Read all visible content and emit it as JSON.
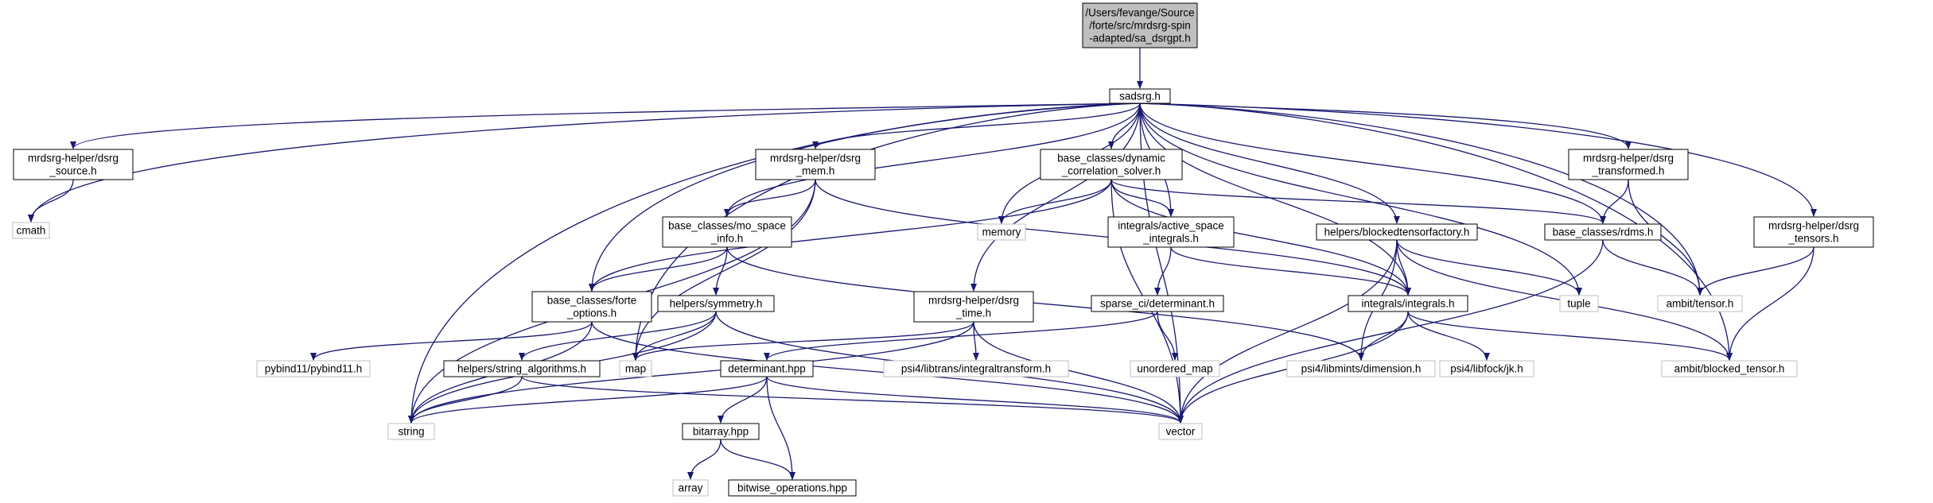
{
  "diagram": {
    "colors": {
      "edge": "#191970",
      "root_fill": "#bfbfbf",
      "root_border": "#000000",
      "internal_border": "#000000",
      "external_border": "#bfbfbf",
      "background": "#ffffff"
    },
    "nodes": [
      {
        "id": "root",
        "kind": "root",
        "lines": [
          "/Users/fevange/Source",
          "/forte/src/mrdsrg-spin",
          "-adapted/sa_dsrgpt.h"
        ]
      },
      {
        "id": "sadsrg",
        "kind": "internal",
        "lines": [
          "sadsrg.h"
        ]
      },
      {
        "id": "dsrg_source",
        "kind": "internal",
        "lines": [
          "mrdsrg-helper/dsrg",
          "_source.h"
        ]
      },
      {
        "id": "cmath",
        "kind": "external",
        "lines": [
          "cmath"
        ]
      },
      {
        "id": "string",
        "kind": "external",
        "lines": [
          "string"
        ]
      },
      {
        "id": "dsrg_mem",
        "kind": "internal",
        "lines": [
          "mrdsrg-helper/dsrg",
          "_mem.h"
        ]
      },
      {
        "id": "mo_space",
        "kind": "internal",
        "lines": [
          "base_classes/mo_space",
          "_info.h"
        ]
      },
      {
        "id": "forte_options",
        "kind": "internal",
        "lines": [
          "base_classes/forte",
          "_options.h"
        ]
      },
      {
        "id": "pybind11",
        "kind": "external",
        "lines": [
          "pybind11/pybind11.h"
        ]
      },
      {
        "id": "symmetry",
        "kind": "internal",
        "lines": [
          "helpers/symmetry.h"
        ]
      },
      {
        "id": "string_alg",
        "kind": "internal",
        "lines": [
          "helpers/string_algorithms.h"
        ]
      },
      {
        "id": "map",
        "kind": "external",
        "lines": [
          "map"
        ]
      },
      {
        "id": "dsrg_time",
        "kind": "internal",
        "lines": [
          "mrdsrg-helper/dsrg",
          "_time.h"
        ]
      },
      {
        "id": "psi4_inttrans",
        "kind": "external",
        "lines": [
          "psi4/libtrans/integraltransform.h"
        ]
      },
      {
        "id": "determinant_hpp",
        "kind": "internal",
        "lines": [
          "determinant.hpp"
        ]
      },
      {
        "id": "bitarray",
        "kind": "internal",
        "lines": [
          "bitarray.hpp"
        ]
      },
      {
        "id": "array",
        "kind": "external",
        "lines": [
          "array"
        ]
      },
      {
        "id": "bitwise",
        "kind": "internal",
        "lines": [
          "bitwise_operations.hpp"
        ]
      },
      {
        "id": "memory",
        "kind": "external",
        "lines": [
          "memory"
        ]
      },
      {
        "id": "dyn_corr",
        "kind": "internal",
        "lines": [
          "base_classes/dynamic",
          "_correlation_solver.h"
        ]
      },
      {
        "id": "active_space",
        "kind": "internal",
        "lines": [
          "integrals/active_space",
          "_integrals.h"
        ]
      },
      {
        "id": "sci_det",
        "kind": "internal",
        "lines": [
          "sparse_ci/determinant.h"
        ]
      },
      {
        "id": "unordered_map",
        "kind": "external",
        "lines": [
          "unordered_map"
        ]
      },
      {
        "id": "blocked_factory",
        "kind": "internal",
        "lines": [
          "helpers/blockedtensorfactory.h"
        ]
      },
      {
        "id": "integrals",
        "kind": "internal",
        "lines": [
          "integrals/integrals.h"
        ]
      },
      {
        "id": "psi4_dim",
        "kind": "external",
        "lines": [
          "psi4/libmints/dimension.h"
        ]
      },
      {
        "id": "psi4_jk",
        "kind": "external",
        "lines": [
          "psi4/libfock/jk.h"
        ]
      },
      {
        "id": "tuple",
        "kind": "external",
        "lines": [
          "tuple"
        ]
      },
      {
        "id": "vector",
        "kind": "external",
        "lines": [
          "vector"
        ]
      },
      {
        "id": "dsrg_transformed",
        "kind": "internal",
        "lines": [
          "mrdsrg-helper/dsrg",
          "_transformed.h"
        ]
      },
      {
        "id": "rdms",
        "kind": "internal",
        "lines": [
          "base_classes/rdms.h"
        ]
      },
      {
        "id": "ambit_tensor",
        "kind": "external",
        "lines": [
          "ambit/tensor.h"
        ]
      },
      {
        "id": "dsrg_tensors",
        "kind": "internal",
        "lines": [
          "mrdsrg-helper/dsrg",
          "_tensors.h"
        ]
      },
      {
        "id": "ambit_blocked",
        "kind": "external",
        "lines": [
          "ambit/blocked_tensor.h"
        ]
      }
    ],
    "edges": [
      [
        "root",
        "sadsrg"
      ],
      [
        "sadsrg",
        "dsrg_source"
      ],
      [
        "sadsrg",
        "cmath"
      ],
      [
        "sadsrg",
        "string"
      ],
      [
        "sadsrg",
        "dsrg_mem"
      ],
      [
        "sadsrg",
        "mo_space"
      ],
      [
        "sadsrg",
        "forte_options"
      ],
      [
        "sadsrg",
        "map"
      ],
      [
        "sadsrg",
        "dsrg_time"
      ],
      [
        "sadsrg",
        "memory"
      ],
      [
        "sadsrg",
        "dyn_corr"
      ],
      [
        "sadsrg",
        "active_space"
      ],
      [
        "sadsrg",
        "blocked_factory"
      ],
      [
        "sadsrg",
        "integrals"
      ],
      [
        "sadsrg",
        "tuple"
      ],
      [
        "sadsrg",
        "dsrg_transformed"
      ],
      [
        "sadsrg",
        "rdms"
      ],
      [
        "sadsrg",
        "ambit_tensor"
      ],
      [
        "sadsrg",
        "dsrg_tensors"
      ],
      [
        "sadsrg",
        "ambit_blocked"
      ],
      [
        "sadsrg",
        "vector"
      ],
      [
        "dsrg_source",
        "cmath"
      ],
      [
        "dsrg_mem",
        "mo_space"
      ],
      [
        "dsrg_mem",
        "string"
      ],
      [
        "dsrg_mem",
        "map"
      ],
      [
        "dsrg_mem",
        "integrals"
      ],
      [
        "mo_space",
        "forte_options"
      ],
      [
        "mo_space",
        "symmetry"
      ],
      [
        "mo_space",
        "psi4_dim"
      ],
      [
        "forte_options",
        "pybind11"
      ],
      [
        "forte_options",
        "string"
      ],
      [
        "forte_options",
        "vector"
      ],
      [
        "symmetry",
        "string_alg"
      ],
      [
        "symmetry",
        "map"
      ],
      [
        "symmetry",
        "string"
      ],
      [
        "symmetry",
        "vector"
      ],
      [
        "string_alg",
        "string"
      ],
      [
        "string_alg",
        "vector"
      ],
      [
        "dsrg_time",
        "map"
      ],
      [
        "dsrg_time",
        "string"
      ],
      [
        "dsrg_time",
        "psi4_inttrans"
      ],
      [
        "dsrg_time",
        "vector"
      ],
      [
        "dyn_corr",
        "memory"
      ],
      [
        "dyn_corr",
        "active_space"
      ],
      [
        "dyn_corr",
        "forte_options"
      ],
      [
        "dyn_corr",
        "rdms"
      ],
      [
        "dyn_corr",
        "integrals"
      ],
      [
        "dyn_corr",
        "vector"
      ],
      [
        "active_space",
        "sci_det"
      ],
      [
        "active_space",
        "integrals"
      ],
      [
        "sci_det",
        "determinant_hpp"
      ],
      [
        "sci_det",
        "unordered_map"
      ],
      [
        "determinant_hpp",
        "bitarray"
      ],
      [
        "determinant_hpp",
        "bitwise"
      ],
      [
        "determinant_hpp",
        "string"
      ],
      [
        "determinant_hpp",
        "vector"
      ],
      [
        "bitarray",
        "array"
      ],
      [
        "bitarray",
        "bitwise"
      ],
      [
        "blocked_factory",
        "integrals"
      ],
      [
        "blocked_factory",
        "psi4_dim"
      ],
      [
        "blocked_factory",
        "tuple"
      ],
      [
        "blocked_factory",
        "ambit_blocked"
      ],
      [
        "blocked_factory",
        "vector"
      ],
      [
        "integrals",
        "psi4_dim"
      ],
      [
        "integrals",
        "psi4_jk"
      ],
      [
        "integrals",
        "ambit_blocked"
      ],
      [
        "integrals",
        "vector"
      ],
      [
        "dsrg_transformed",
        "rdms"
      ],
      [
        "dsrg_transformed",
        "ambit_tensor"
      ],
      [
        "rdms",
        "ambit_tensor"
      ],
      [
        "rdms",
        "vector"
      ],
      [
        "dsrg_tensors",
        "ambit_tensor"
      ],
      [
        "dsrg_tensors",
        "ambit_blocked"
      ]
    ]
  }
}
